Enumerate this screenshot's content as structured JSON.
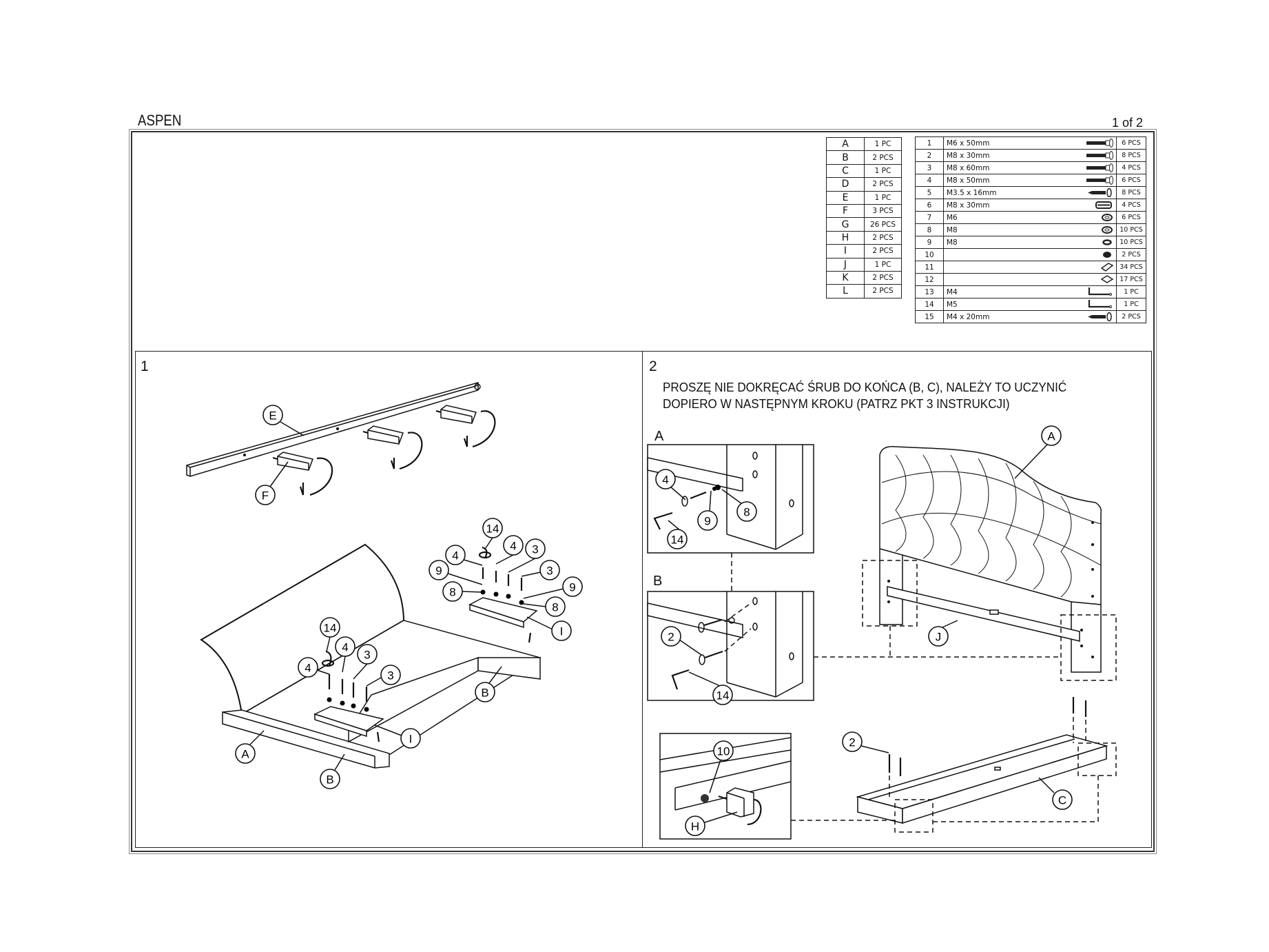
{
  "header": {
    "title": "ASPEN",
    "page": "1 of 2"
  },
  "letter_parts": [
    {
      "id": "A",
      "qty": "1 PC"
    },
    {
      "id": "B",
      "qty": "2 PCS"
    },
    {
      "id": "C",
      "qty": "1 PC"
    },
    {
      "id": "D",
      "qty": "2 PCS"
    },
    {
      "id": "E",
      "qty": "1 PC"
    },
    {
      "id": "F",
      "qty": "3 PCS"
    },
    {
      "id": "G",
      "qty": "26 PCS"
    },
    {
      "id": "H",
      "qty": "2 PCS"
    },
    {
      "id": "I",
      "qty": "2 PCS"
    },
    {
      "id": "J",
      "qty": "1 PC"
    },
    {
      "id": "K",
      "qty": "2 PCS"
    },
    {
      "id": "L",
      "qty": "2 PCS"
    }
  ],
  "hardware": [
    {
      "no": "1",
      "desc": "M6 x 50mm",
      "icon": "bolt-icon",
      "qty": "6 PCS"
    },
    {
      "no": "2",
      "desc": "M8 x 30mm",
      "icon": "bolt-icon",
      "qty": "8 PCS"
    },
    {
      "no": "3",
      "desc": "M8 x 60mm",
      "icon": "bolt-icon",
      "qty": "4 PCS"
    },
    {
      "no": "4",
      "desc": "M8 x 50mm",
      "icon": "bolt-icon",
      "qty": "6 PCS"
    },
    {
      "no": "5",
      "desc": "M3.5 x 16mm",
      "icon": "wood-screw-icon",
      "qty": "8 PCS"
    },
    {
      "no": "6",
      "desc": "M8 x 30mm",
      "icon": "dowel-icon",
      "qty": "4 PCS"
    },
    {
      "no": "7",
      "desc": "M6",
      "icon": "washer-icon",
      "qty": "6 PCS"
    },
    {
      "no": "8",
      "desc": "M8",
      "icon": "washer-icon",
      "qty": "10 PCS"
    },
    {
      "no": "9",
      "desc": "M8",
      "icon": "spring-washer-icon",
      "qty": "10 PCS"
    },
    {
      "no": "10",
      "desc": "",
      "icon": "toothed-washer-icon",
      "qty": "2 PCS"
    },
    {
      "no": "11",
      "desc": "",
      "icon": "slat-holder-icon",
      "qty": "34 PCS"
    },
    {
      "no": "12",
      "desc": "",
      "icon": "pad-icon",
      "qty": "17 PCS"
    },
    {
      "no": "13",
      "desc": "M4",
      "icon": "allen-key-icon",
      "qty": "1 PC"
    },
    {
      "no": "14",
      "desc": "M5",
      "icon": "allen-key-icon",
      "qty": "1 PC"
    },
    {
      "no": "15",
      "desc": "M4 x 20mm",
      "icon": "wood-screw-icon",
      "qty": "2 PCS"
    }
  ],
  "step1": {
    "number": "1",
    "callouts": [
      "E",
      "F",
      "14",
      "4",
      "4",
      "3",
      "3",
      "9",
      "8",
      "9",
      "8",
      "I",
      "14",
      "4",
      "3",
      "4",
      "3",
      "I",
      "A",
      "B",
      "B"
    ]
  },
  "step2": {
    "number": "2",
    "note_line1": "PROSZĘ NIE DOKRĘCAĆ ŚRUB DO KOŃCA (B, C), NALEŻY TO UCZYNIĆ",
    "note_line2": "DOPIERO W NASTĘPNYM KROKU (PATRZ PKT 3 INSTRUKCJI)",
    "detail_a_label": "A",
    "detail_b_label": "B",
    "callouts": [
      "A",
      "4",
      "9",
      "8",
      "14",
      "J",
      "2",
      "14",
      "10",
      "H",
      "2",
      "C"
    ]
  }
}
